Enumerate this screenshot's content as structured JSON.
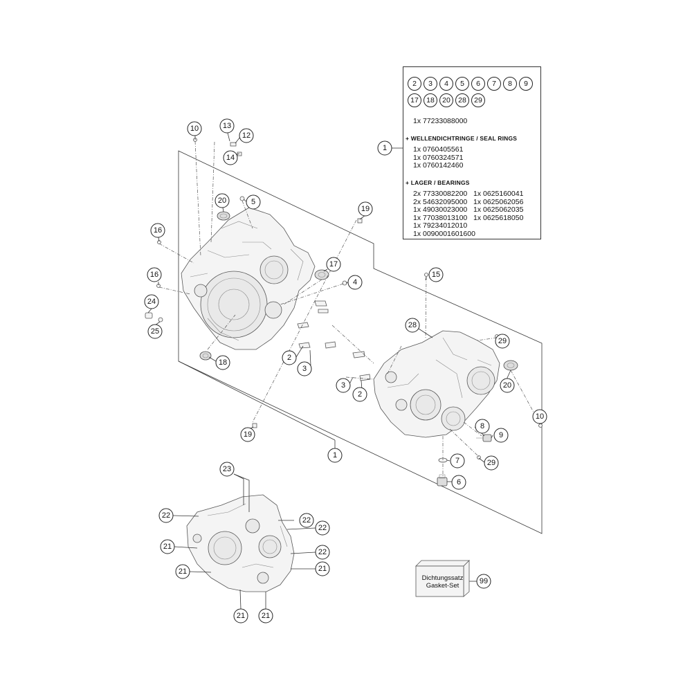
{
  "info_box": {
    "callouts_row1": [
      "2",
      "3",
      "4",
      "5",
      "6",
      "7",
      "8",
      "9"
    ],
    "callouts_row2": [
      "17",
      "18",
      "20",
      "28",
      "29"
    ],
    "main_part": "1x 77233088000",
    "seal_heading": "+ WELLENDICHTRINGE / SEAL RINGS",
    "seal_rings": [
      "1x 0760405561",
      "1x 0760324571",
      "1x 0760142460"
    ],
    "bearing_heading": "+ LAGER / BEARINGS",
    "bearings_left": [
      "2x 77330082200",
      "2x 54632095000",
      "1x 49030023000",
      "1x 77038013100",
      "1x 79234012010",
      "1x 0090001601600"
    ],
    "bearings_right": [
      "1x 0625160041",
      "1x 0625062056",
      "1x 0625062035",
      "1x 0625618050"
    ]
  },
  "gasket_set": {
    "line1": "Dichtungssatz",
    "line2": "Gasket-Set",
    "callout": "99"
  },
  "callouts": {
    "c1_box": "1",
    "c1_bottom": "1",
    "c10_top": "10",
    "c13": "13",
    "c12": "12",
    "c14": "14",
    "c20_left": "20",
    "c5": "5",
    "c19_top": "19",
    "c16_a": "16",
    "c16_b": "16",
    "c17": "17",
    "c4": "4",
    "c24": "24",
    "c25": "25",
    "c18": "18",
    "c2_mid": "2",
    "c3_mid": "3",
    "c3_right": "3",
    "c2_right": "2",
    "c19_bottom": "19",
    "c15": "15",
    "c28": "28",
    "c29_top": "29",
    "c20_right": "20",
    "c10_right": "10",
    "c8": "8",
    "c9": "9",
    "c7": "7",
    "c29_bottom": "29",
    "c6": "6",
    "c23": "23",
    "c22_a": "22",
    "c22_b": "22",
    "c22_c": "22",
    "c22_d": "22",
    "c21_a": "21",
    "c21_b": "21",
    "c21_c": "21",
    "c21_d": "21",
    "c21_e": "21"
  }
}
